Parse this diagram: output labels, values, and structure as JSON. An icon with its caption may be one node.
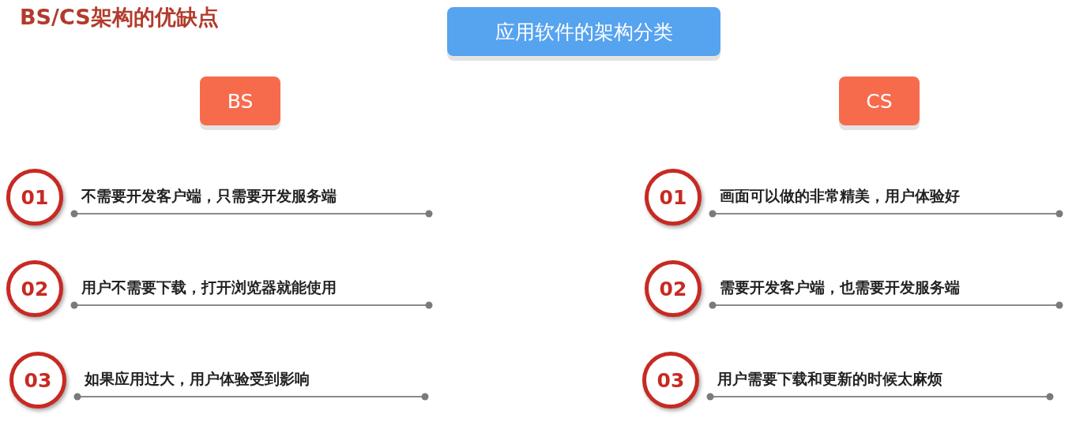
{
  "diagram": {
    "title": "BS/CS架构的优缺点",
    "nodes": [
      {
        "text": [
          "应用软件的架构分类"
        ]
      },
      {
        "text": [
          "BS"
        ]
      },
      {
        "text": [
          "CS"
        ]
      },
      {
        "text": [
          "01"
        ],
        "beside": [
          "不需要开发客户端，只需要开发服务端"
        ]
      },
      {
        "text": [
          "02"
        ],
        "beside": [
          "用户不需要下载，打开浏览器就能使用"
        ]
      },
      {
        "text": [
          "03"
        ],
        "beside": [
          "如果应用过大，用户体验受到影响"
        ]
      },
      {
        "text": [
          "01"
        ],
        "beside": [
          "画面可以做的非常精美，用户体验好"
        ]
      },
      {
        "text": [
          "02"
        ],
        "beside": [
          "需要开发客户端，也需要开发服务端"
        ]
      },
      {
        "text": [
          "03"
        ],
        "beside": [
          "用户需要下载和更新的时候太麻烦"
        ]
      }
    ],
    "edges": []
  }
}
